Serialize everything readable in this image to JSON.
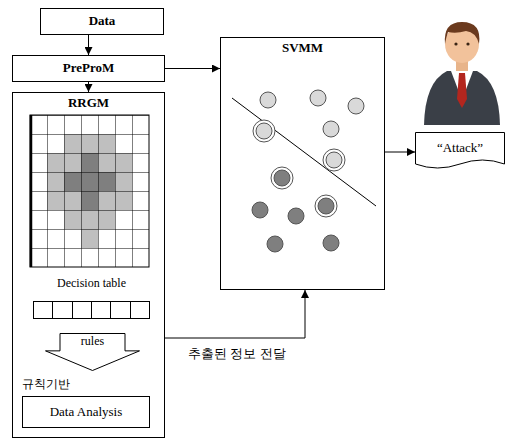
{
  "diagram": {
    "nodes": [
      {
        "text": [
          "Data"
        ]
      },
      {
        "text": [
          "PreProM"
        ]
      },
      {
        "text": [
          "RRGM"
        ]
      },
      {
        "text": [
          "Decision table"
        ],
        "in": 2
      },
      {
        "text": [
          "rules"
        ],
        "in": 2
      },
      {
        "text": [
          "Data Analysis"
        ],
        "in": 2
      },
      {
        "text": [
          "SVMM"
        ]
      },
      {
        "text": [
          "“Attack”"
        ]
      }
    ],
    "edges": [
      {
        "from": 0,
        "to": 1,
        "arrow": "to"
      },
      {
        "from": 1,
        "to": 2,
        "arrow": "to"
      },
      {
        "from": 1,
        "to": 6,
        "arrow": "to"
      },
      {
        "from": 2,
        "to": 6,
        "label": "추출된 정보 전달",
        "arrow": "to"
      },
      {
        "from": 6,
        "to": 7,
        "arrow": "to"
      }
    ],
    "labels": [
      "규칙기반"
    ]
  }
}
